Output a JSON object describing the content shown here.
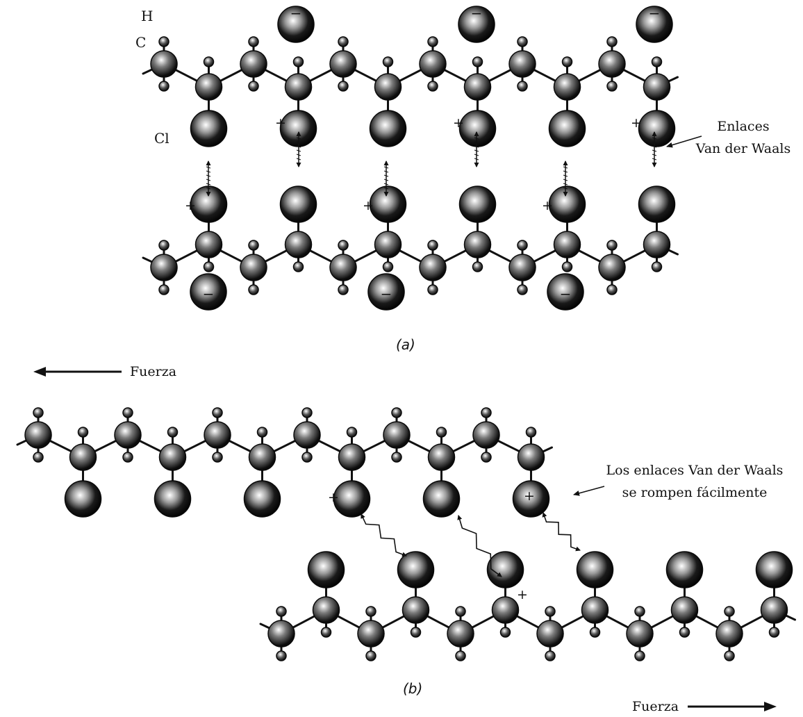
{
  "labels": {
    "h": "H",
    "c": "C",
    "cl": "Cl",
    "vdw_a_line1": "Enlaces",
    "vdw_a_line2": "Van der Waals",
    "vdw_b_line1": "Los enlaces Van der Waals",
    "vdw_b_line2": "se rompen fácilmente",
    "force": "Fuerza",
    "caption_a": "(a)",
    "caption_b": "(b)",
    "plus": "+",
    "minus": "−"
  },
  "colors": {
    "ink": "#111111",
    "paper": "#ffffff"
  },
  "panels": [
    {
      "id": "a",
      "chains": 2,
      "carbons_per_chain": 12,
      "chlorines_per_chain": 6,
      "chain_offset": "aligned"
    },
    {
      "id": "b",
      "chains": 2,
      "carbons_per_chain": 12,
      "chlorines_per_chain": 6,
      "chain_offset": "sheared"
    }
  ]
}
